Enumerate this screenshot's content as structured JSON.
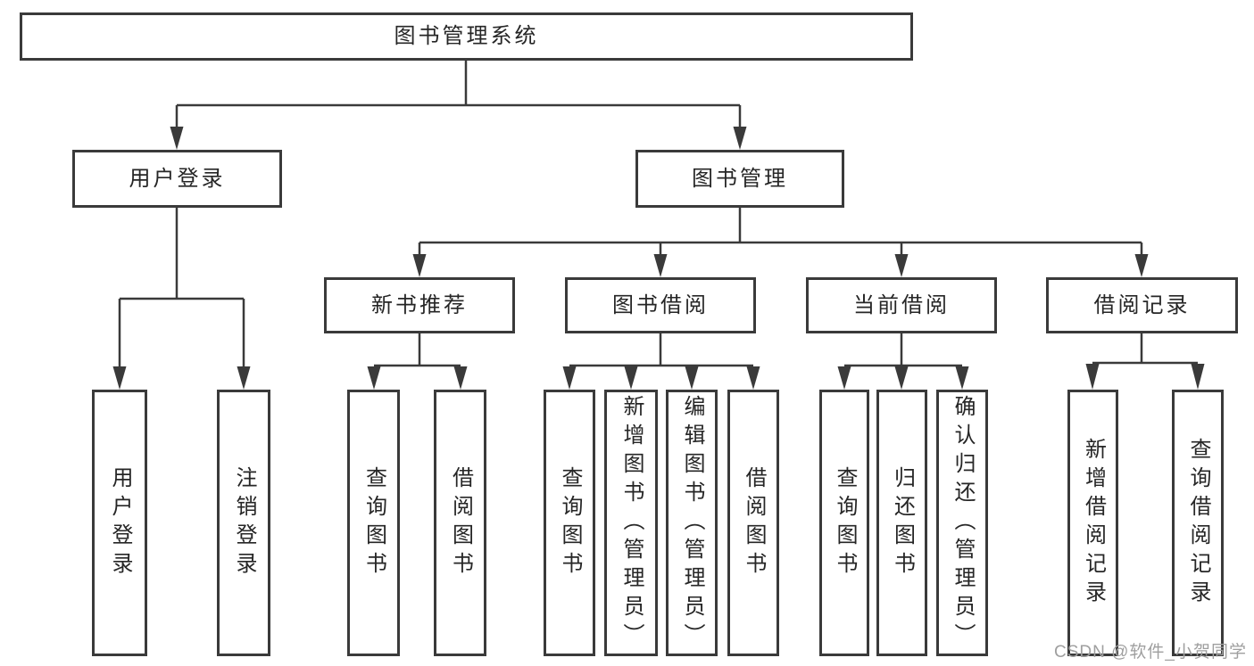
{
  "colors": {
    "line": "#3a3a3a",
    "box_border": "#3a3a3a",
    "box_fill": "#ffffff",
    "text": "#262626",
    "background": "#ffffff",
    "watermark": "#9f9f9f"
  },
  "watermark": "CSDN @软件_小贺同学",
  "tree": {
    "label": "图书管理系统",
    "children": [
      {
        "label": "用户登录",
        "children": [
          {
            "label": "用户登录"
          },
          {
            "label": "注销登录"
          }
        ]
      },
      {
        "label": "图书管理",
        "children": [
          {
            "label": "新书推荐",
            "children": [
              {
                "label": "查询图书"
              },
              {
                "label": "借阅图书"
              }
            ]
          },
          {
            "label": "图书借阅",
            "children": [
              {
                "label": "查询图书"
              },
              {
                "label": "新增图书（管理员）"
              },
              {
                "label": "编辑图书（管理员）"
              },
              {
                "label": "借阅图书"
              }
            ]
          },
          {
            "label": "当前借阅",
            "children": [
              {
                "label": "查询图书"
              },
              {
                "label": "归还图书"
              },
              {
                "label": "确认归还（管理员）"
              }
            ]
          },
          {
            "label": "借阅记录",
            "children": [
              {
                "label": "新增借阅记录"
              },
              {
                "label": "查询借阅记录"
              }
            ]
          }
        ]
      }
    ]
  }
}
